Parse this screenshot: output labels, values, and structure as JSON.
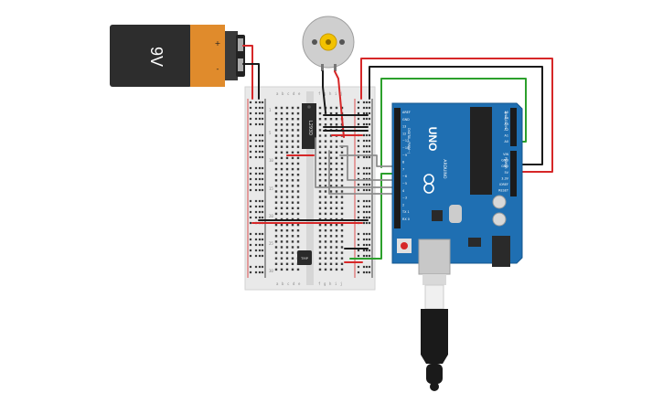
{
  "battery": {
    "label": "9V",
    "plus": "+",
    "minus": "-"
  },
  "ic_driver": {
    "label": "L293D"
  },
  "sensor": {
    "label": "TMP"
  },
  "arduino": {
    "logo": "UNO",
    "brand": "ARDUINO",
    "header_analog": "ANALOG IN",
    "header_power": "POWER",
    "header_digital": "DIGITAL (PWM~)",
    "analog_pins": [
      "A5",
      "A4",
      "A3",
      "A2",
      "A1",
      "A0"
    ],
    "power_pins": [
      "VIN",
      "GND",
      "GND",
      "5V",
      "3.3V",
      "IOREF",
      "RESET"
    ],
    "digital_pins": [
      "AREF",
      "GND",
      "13",
      "12",
      "~11",
      "~10",
      "~9",
      "8",
      "7",
      "~6",
      "~5",
      "4",
      "~3",
      "2",
      "TX 1",
      "RX 0"
    ]
  },
  "breadboard": {
    "cols_top": [
      "a",
      "b",
      "c",
      "d",
      "e",
      "f",
      "g",
      "h",
      "i",
      "j"
    ],
    "rows": [
      "1",
      "5",
      "10",
      "15",
      "20",
      "25",
      "30"
    ]
  },
  "colors": {
    "wire_red": "#d62728",
    "wire_black": "#1a1a1a",
    "wire_green": "#2ca02c",
    "wire_gray": "#8c8c8c",
    "board": "#1f6fb2"
  }
}
